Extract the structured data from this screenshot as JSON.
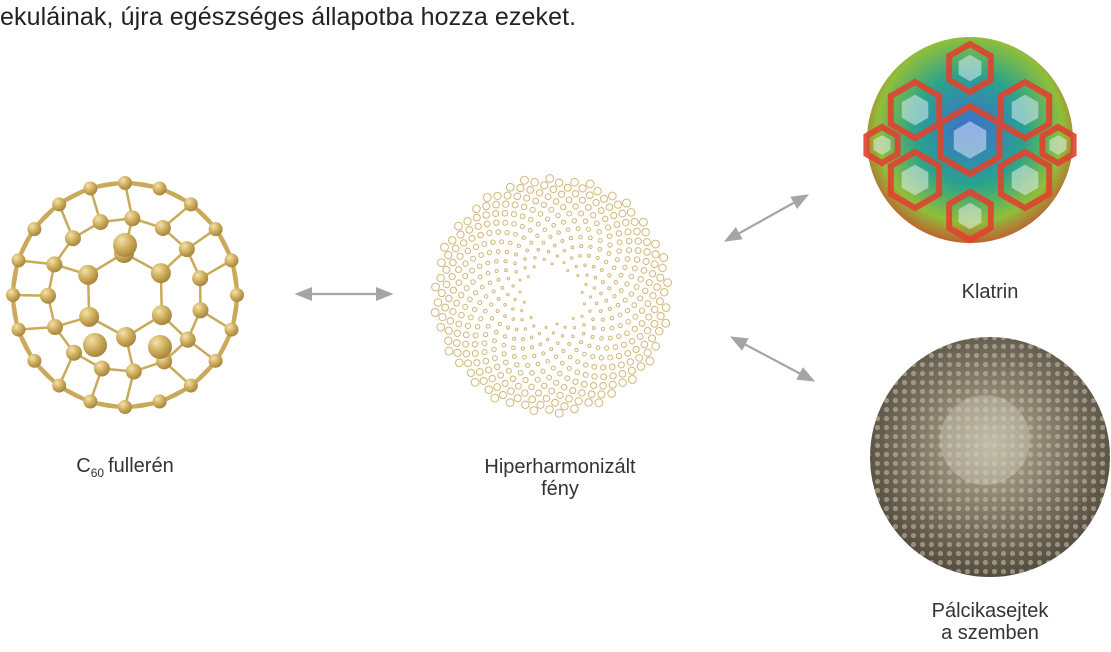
{
  "intro_text": "ekuláinak, újra egészséges állapotba hozza ezeket.",
  "nodes": {
    "fullerene": {
      "label_symbol": "C",
      "label_subscript": "60",
      "label_rest": "fullerén",
      "color": "#c9a95a"
    },
    "light": {
      "label_line1": "Hiperharmonizált",
      "label_line2": "fény",
      "color": "#d2b678"
    },
    "clathrin": {
      "label": "Klatrin"
    },
    "rod_cells": {
      "label_line1": "Pálcikasejtek",
      "label_line2": "a szemben"
    }
  },
  "connector_color": "#a5a5a5"
}
